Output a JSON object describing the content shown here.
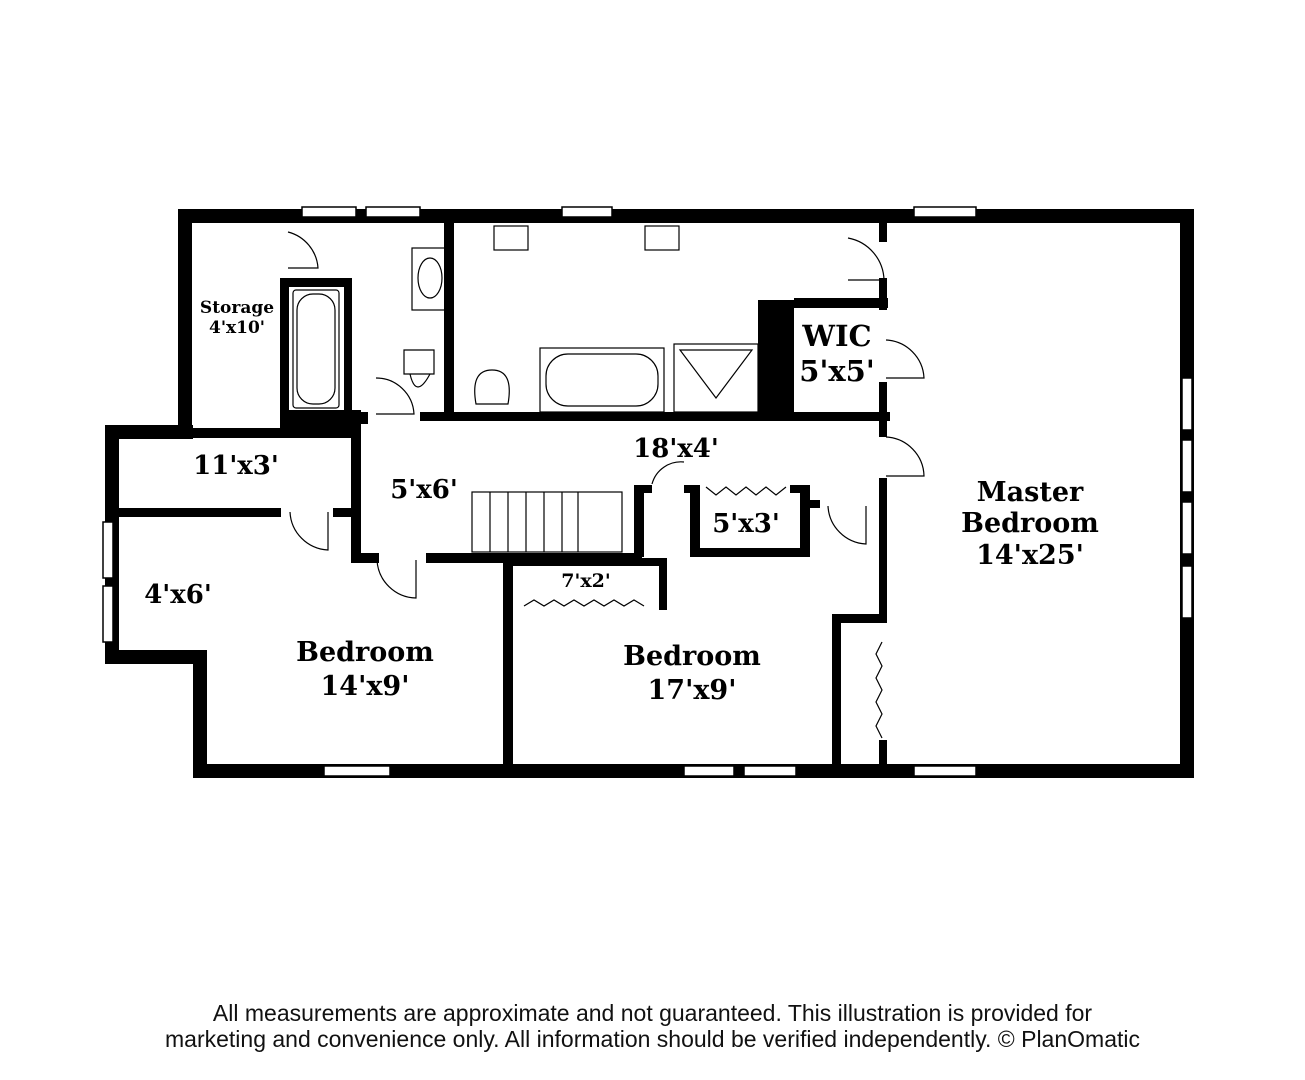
{
  "rooms": {
    "storage": {
      "name": "Storage",
      "size": "4'x10'"
    },
    "wic": {
      "name": "WIC",
      "size": "5'x5'"
    },
    "hall": {
      "size": "18'x4'"
    },
    "closet_11x3": {
      "size": "11'x3'"
    },
    "landing": {
      "size": "5'x6'"
    },
    "closet_5x3": {
      "size": "5'x3'"
    },
    "closet_7x2": {
      "size": "7'x2'"
    },
    "nook": {
      "size": "4'x6'"
    },
    "master": {
      "name_line1": "Master",
      "name_line2": "Bedroom",
      "size": "14'x25'"
    },
    "bedroom_west": {
      "name": "Bedroom",
      "size": "14'x9'"
    },
    "bedroom_middle": {
      "name": "Bedroom",
      "size": "17'x9'"
    }
  },
  "disclaimer": {
    "line1": "All measurements are approximate and not guaranteed. This illustration is provided for",
    "line2": "marketing and convenience only. All information should be verified independently. © PlanOmatic"
  }
}
